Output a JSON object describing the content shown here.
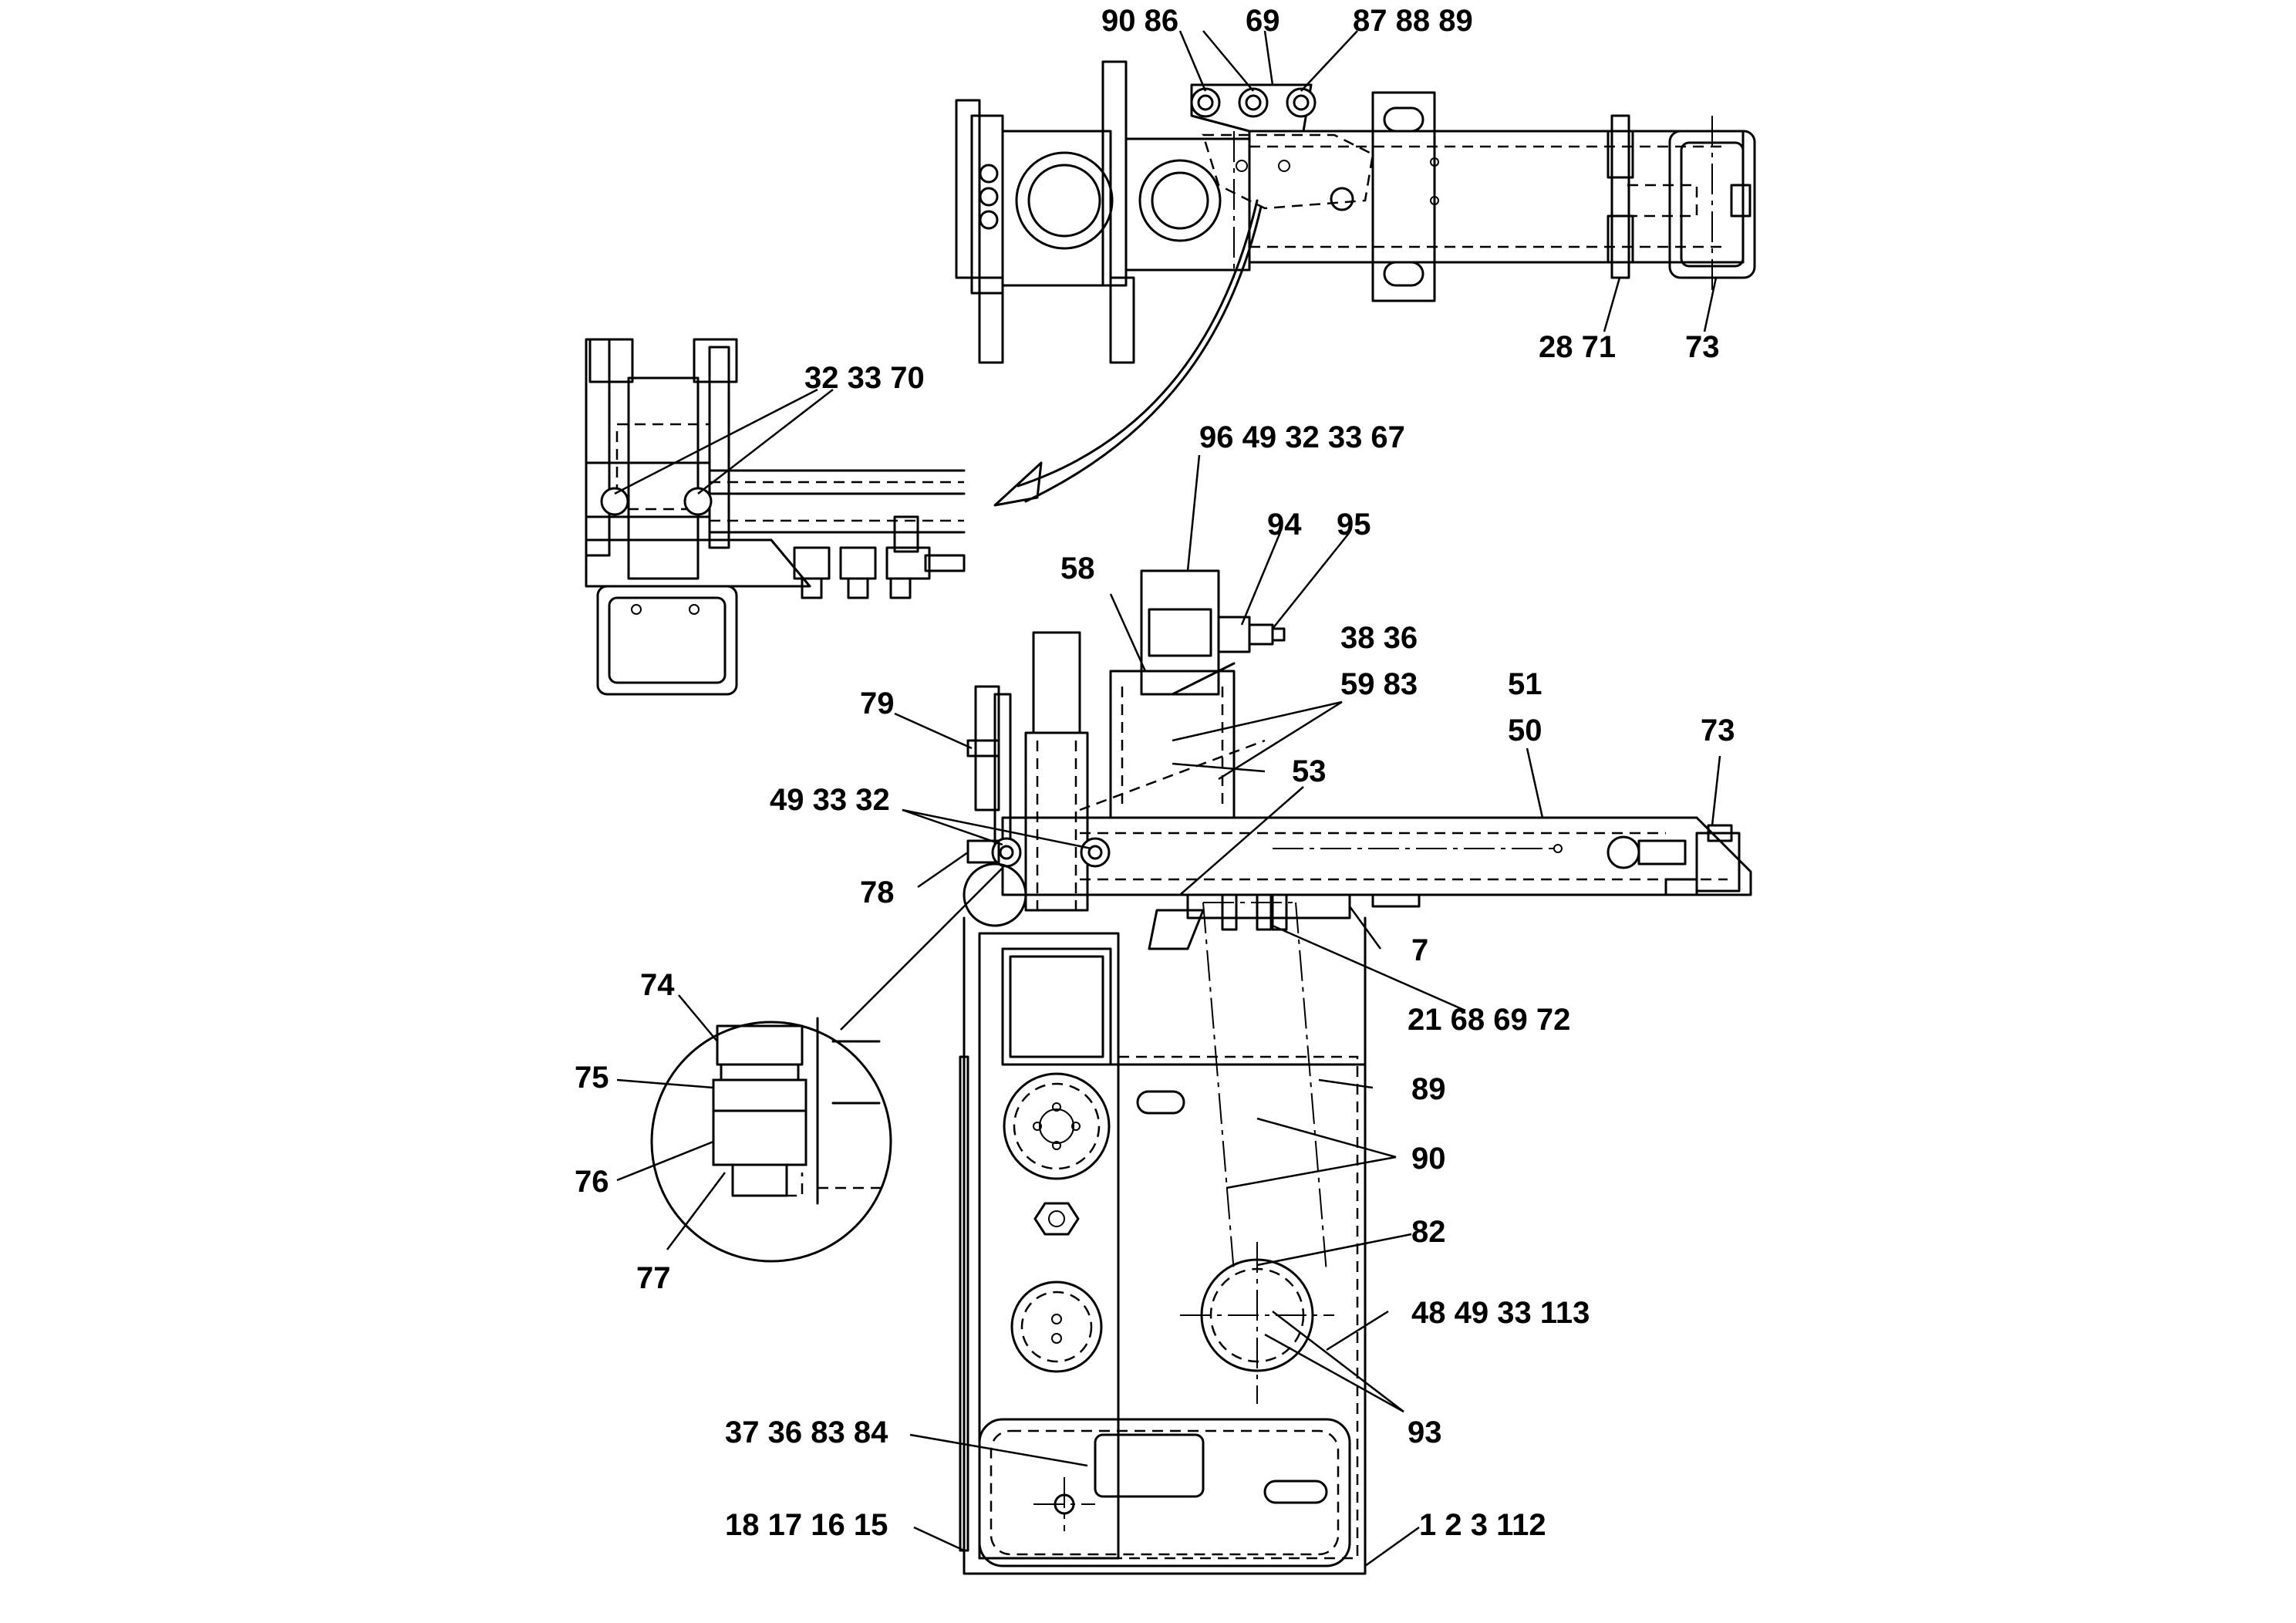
{
  "callouts": {
    "c_90_86": "90  86",
    "c_69_top": "69",
    "c_87_88_89": "87 88 89",
    "c_28_71": "28 71",
    "c_73_top": "73",
    "c_32_33_70": "32 33 70",
    "c_96_49_32_33_67": "96 49 32 33 67",
    "c_94": "94",
    "c_95": "95",
    "c_58": "58",
    "c_38_36": "38 36",
    "c_59_83": "59 83",
    "c_51": "51",
    "c_50": "50",
    "c_73_mid": "73",
    "c_79": "79",
    "c_53": "53",
    "c_49_33_32": "49 33 32",
    "c_78": "78",
    "c_7": "7",
    "c_21_68_69_72": "21 68 69 72",
    "c_74": "74",
    "c_75": "75",
    "c_76": "76",
    "c_77": "77",
    "c_89": "89",
    "c_90": "90",
    "c_82": "82",
    "c_48_49_33_113": "48 49 33 113",
    "c_93": "93",
    "c_37_36_83_84": "37 36 83 84",
    "c_18_17_16_15": "18 17 16 15",
    "c_1_2_3_112": "1   2   3 112"
  }
}
